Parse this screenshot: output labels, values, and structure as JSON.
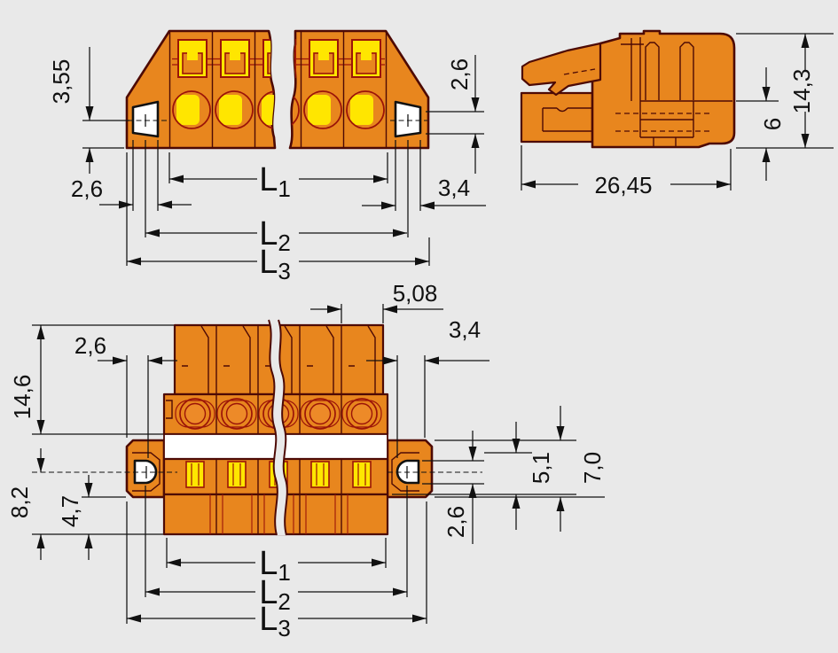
{
  "title": "connector-dimension-drawing",
  "colors": {
    "body_orange": "#E8861E",
    "screw_inner": "#ED8A28",
    "contact_yellow": "#FFE600",
    "outline_maroon": "#4D0A05",
    "detail_red": "#9B1408",
    "dimension_black": "#111111",
    "hole_white": "#FFFFFF",
    "background": "#E9E9E9"
  },
  "front_view": {
    "dim_flange_offset": "3,55",
    "dim_left_offset": "2,6",
    "dim_right_hole": "2,6",
    "dim_right_offset": "3,4",
    "l1": {
      "label": "L",
      "sub": "1"
    },
    "l2": {
      "label": "L",
      "sub": "2"
    },
    "l3": {
      "label": "L",
      "sub": "3"
    }
  },
  "side_view": {
    "dim_total_depth": "26,45",
    "dim_lower_height": "6",
    "dim_total_height": "14,3"
  },
  "plan_view": {
    "dim_pitch": "5,08",
    "dim_left_offset": "2,6",
    "dim_right_offset": "3,4",
    "dim_upper_depth": "14,6",
    "dim_flange_depth": "8,2",
    "dim_lower_depth": "4,7",
    "dim_contact_depth": "5,1",
    "dim_flange_height": "7,0",
    "dim_hole_height": "2,6",
    "l1": {
      "label": "L",
      "sub": "1"
    },
    "l2": {
      "label": "L",
      "sub": "2"
    },
    "l3": {
      "label": "L",
      "sub": "3"
    }
  }
}
